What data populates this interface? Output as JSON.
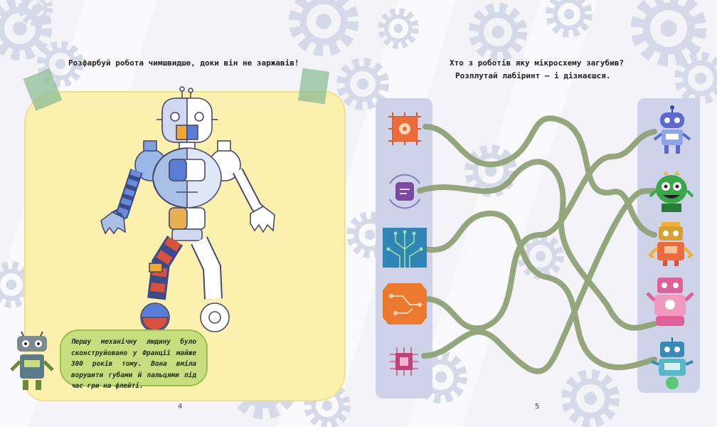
{
  "left_page": {
    "instruction": "Розфарбуй робота чимшвидше, доки він не заржавів!",
    "fact_text": "Першу механічну людину було сконструйовано у Франції майже 300 років тому. Вона вміла ворушити губами й пальцями під час гри на флейті.",
    "page_number": "4"
  },
  "right_page": {
    "instruction_line1": "Хто з роботів яку мікросхему загубив?",
    "instruction_line2": "Розплутай лабіринт — і дізнаєшся.",
    "page_number": "5",
    "chips": [
      "orange-chip-icon",
      "purple-chip-icon",
      "blue-circuit-icon",
      "orange-board-icon",
      "small-chip-icon"
    ],
    "robots": [
      "blue-robot-icon",
      "green-robot-icon",
      "orange-robot-icon",
      "pink-robot-icon",
      "teal-robot-icon"
    ]
  },
  "colors": {
    "panel": "#fbf0ad",
    "gear": "#d9dbe8",
    "maze_line": "#8fa276",
    "strip": "#cfd3ea",
    "fact_box": "#c7de7e"
  }
}
